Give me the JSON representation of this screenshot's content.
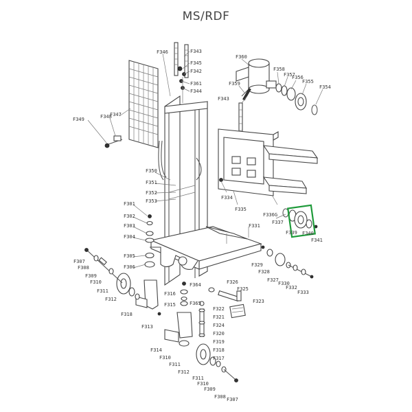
{
  "title": "MS/RDF",
  "highlight_color": "#1e9a3a",
  "labels": {
    "F343a": "F343",
    "F345": "F345",
    "F346": "F346",
    "F342": "F342",
    "F361": "F361",
    "F344": "F344",
    "F348": "F348",
    "F347": "F347",
    "F349": "F349",
    "F360": "F360",
    "F358": "F358",
    "F357": "F357",
    "F356": "F356",
    "F355": "F355",
    "F359": "F359",
    "F354": "F354",
    "F343b": "F343",
    "F350": "F350",
    "F351": "F351",
    "F352": "F352",
    "F353": "F353",
    "F334": "F334",
    "F335": "F335",
    "F336G": "F336G",
    "F301": "F301",
    "F302": "F302",
    "F303": "F303",
    "F304": "F304",
    "F337": "F337",
    "F339": "F339",
    "F340": "F340",
    "F341": "F341",
    "F331": "F331",
    "F305": "F305",
    "F306": "F306",
    "F307a": "F307",
    "F308a": "F308",
    "F309": "F309",
    "F310a": "F310",
    "F311a": "F311",
    "F312a": "F312",
    "F318a": "F318",
    "F315": "F315",
    "F316": "F316",
    "F364": "F364",
    "F365": "F365",
    "F313": "F313",
    "F326": "F326",
    "F325": "F325",
    "F322": "F322",
    "F321": "F321",
    "F323": "F323",
    "F324": "F324",
    "F320": "F320",
    "F319": "F319",
    "F318b": "F318",
    "F317": "F317",
    "F329": "F329",
    "F328": "F328",
    "F327": "F327",
    "F330": "F330",
    "F332": "F332",
    "F333": "F333",
    "F314": "F314",
    "F310b": "F310",
    "F311b": "F311",
    "F312b": "F312",
    "F311c": "F311",
    "F310c": "F310",
    "F309b": "F309",
    "F308b": "F308",
    "F307b": "F307"
  }
}
